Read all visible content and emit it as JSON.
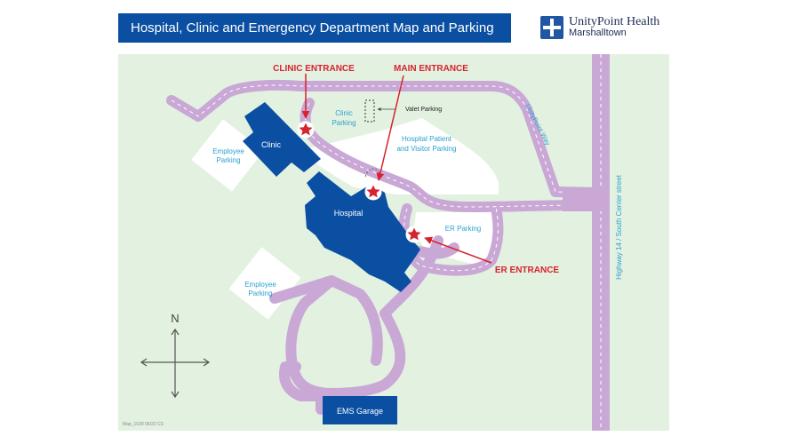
{
  "header": {
    "title": "Hospital, Clinic and Emergency Department Map and Parking",
    "brand_name": "UnityPoint Health",
    "brand_sub": "Marshalltown"
  },
  "map": {
    "buildings": {
      "clinic": "Clinic",
      "hospital": "Hospital",
      "ems_garage": "EMS Garage"
    },
    "parking": {
      "employee_parking_top": [
        "Employee",
        "Parking"
      ],
      "employee_parking_bottom": [
        "Employee",
        "Parking"
      ],
      "clinic_parking": [
        "Clinic",
        "Parking"
      ],
      "hospital_parking": [
        "Hospital Patient",
        "and Visitor Parking"
      ],
      "er_parking": "ER Parking",
      "valet_parking": "Valet Parking"
    },
    "entrances": {
      "clinic": "CLINIC ENTRANCE",
      "main": "MAIN ENTRANCE",
      "er": "ER ENTRANCE"
    },
    "streets": {
      "unitypoint_way": "UnityPoint Way",
      "highway": "Highway 14 / South Center street"
    },
    "compass": "N",
    "footnote": "Map_1039 06/22 CS"
  },
  "colors": {
    "road": "#c9a8d6",
    "grass": "#e3f1e1",
    "building": "#0b4fa3",
    "entrance": "#d7232f",
    "parking_label": "#2aa0cf"
  }
}
